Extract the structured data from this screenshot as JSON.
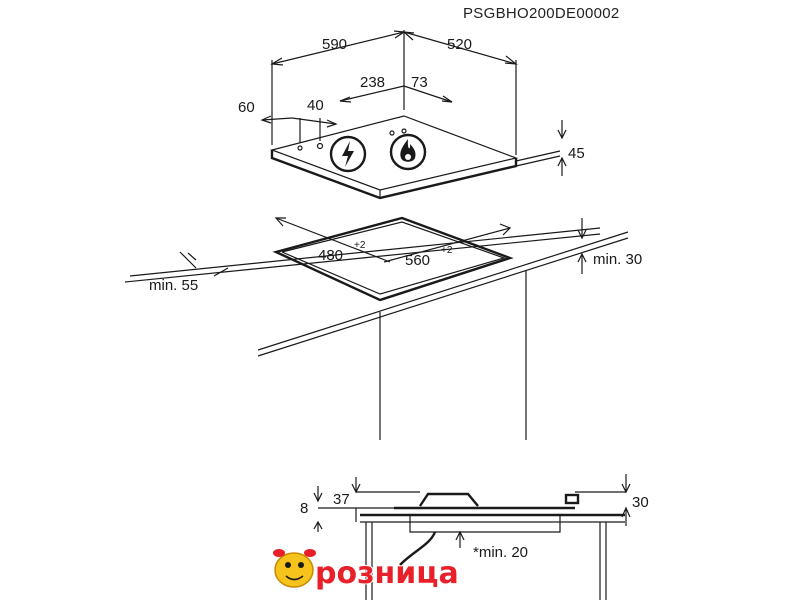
{
  "diagram": {
    "code": "PSGBHO200DE00002",
    "dimensions": {
      "width": "590",
      "depth": "520",
      "d238": "238",
      "d73": "73",
      "d60": "60",
      "d40": "40",
      "height45": "45",
      "cutout_depth": "480",
      "cutout_depth_tol": "+2",
      "cutout_width": "560",
      "cutout_width_tol": "+2",
      "min_front": "min. 55",
      "min_thickness": "min. 30",
      "d37": "37",
      "d8": "8",
      "d30": "30",
      "min_bottom": "*min. 20"
    },
    "logo": {
      "text": "розница"
    },
    "colors": {
      "line": "#1a1a1a",
      "logo_red": "#e8202a",
      "logo_yellow": "#f6c21c"
    }
  }
}
